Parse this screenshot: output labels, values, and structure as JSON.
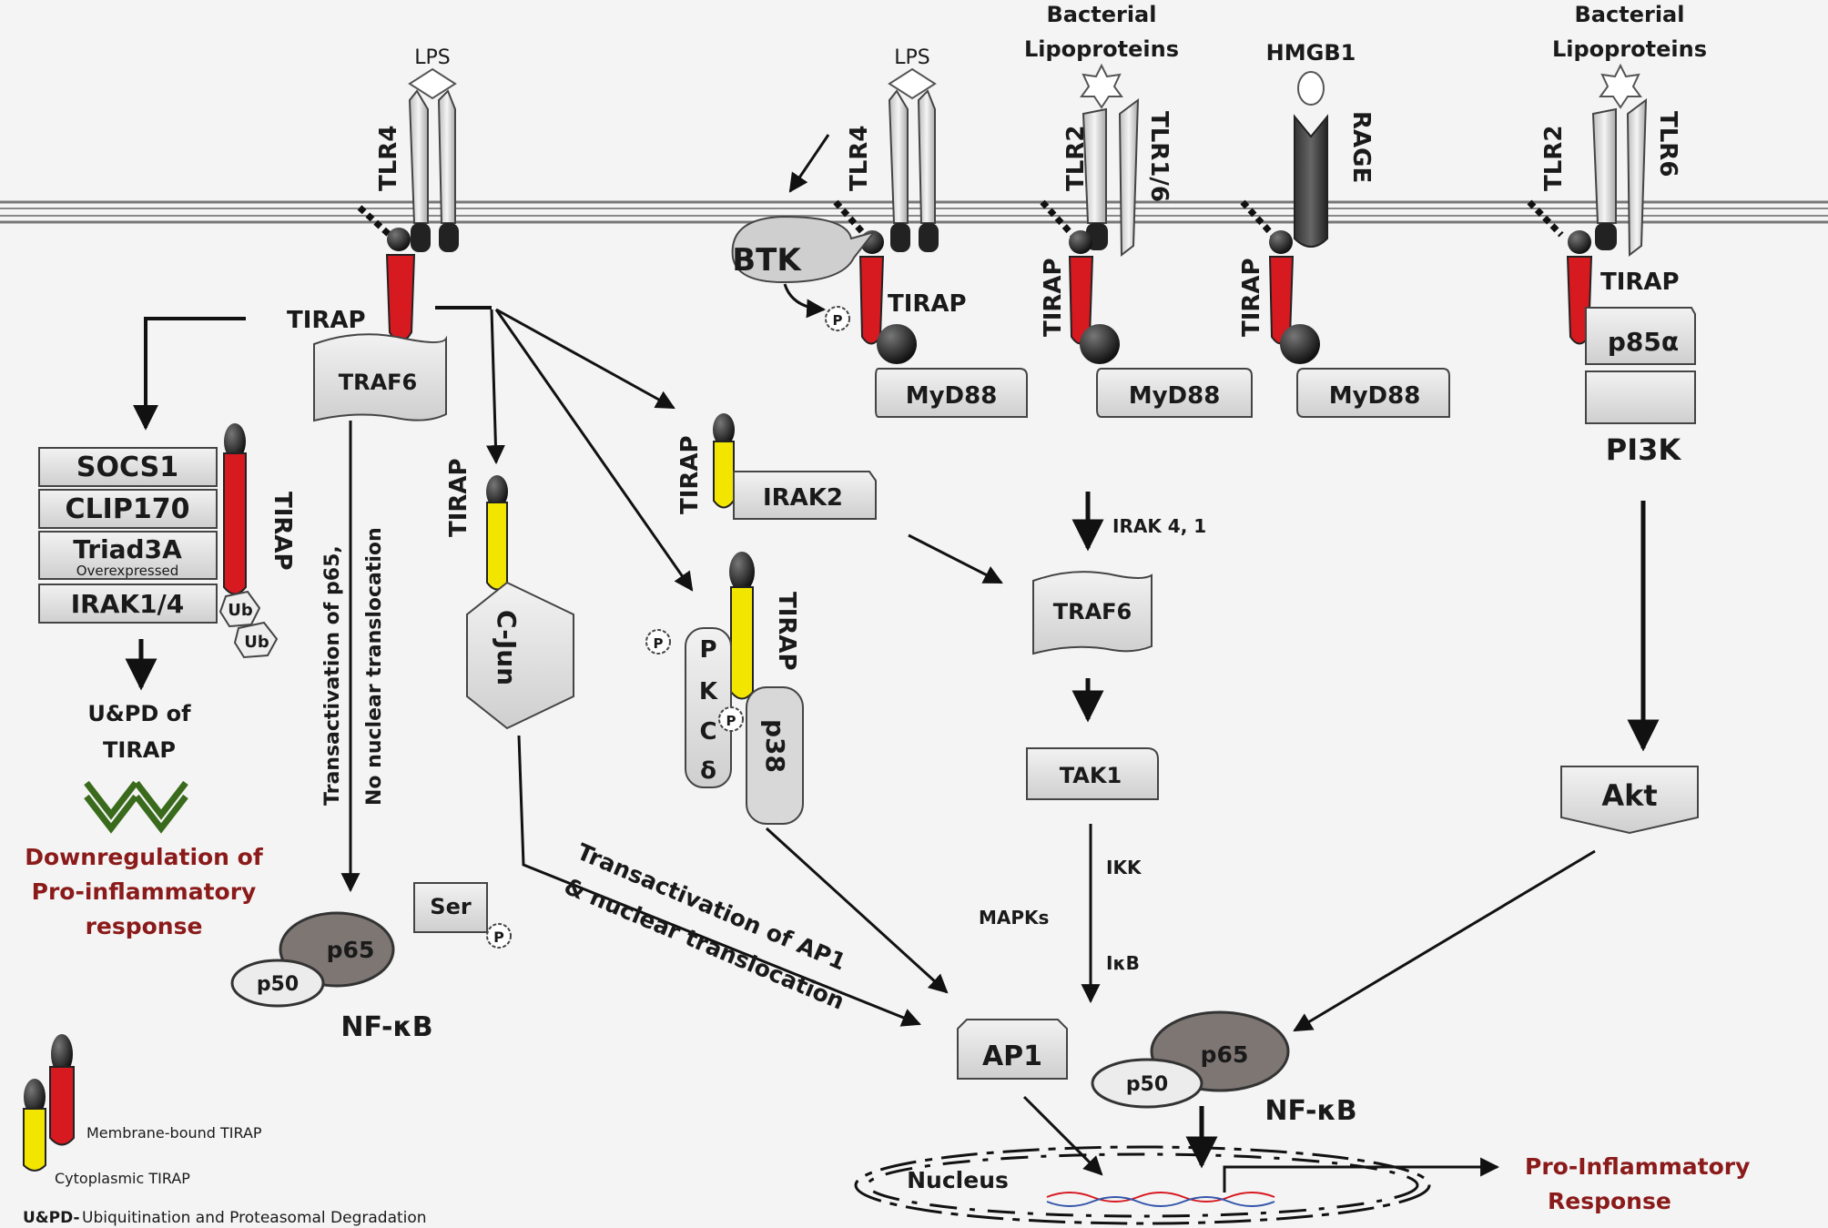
{
  "labels": {
    "lps_a": "LPS",
    "lps_b": "LPS",
    "bact_a1": "Bacterial",
    "bact_a2": "Lipoproteins",
    "bact_b1": "Bacterial",
    "bact_b2": "Lipoproteins",
    "hmgb1": "HMGB1",
    "tlr4_a": "TLR4",
    "tlr4_b": "TLR4",
    "tlr2_a": "TLR2",
    "tlr16": "TLR1/6",
    "rage": "RAGE",
    "tlr2_b": "TLR2",
    "tlr6": "TLR6",
    "tirap_1": "TIRAP",
    "tirap_2": "TIRAP",
    "tirap_3": "TIRAP",
    "tirap_4": "TIRAP",
    "tirap_5": "TIRAP",
    "tirap_6": "TIRAP",
    "tirap_7": "TIRAP",
    "tirap_8": "TIRAP",
    "tirap_9": "TIRAP",
    "traf6_a": "TRAF6",
    "traf6_b": "TRAF6",
    "btk": "BTK",
    "p": "P",
    "myd88_a": "MyD88",
    "myd88_b": "MyD88",
    "myd88_c": "MyD88",
    "p85a": "p85α",
    "pi3k": "PI3K",
    "socs1": "SOCS1",
    "clip170": "CLIP170",
    "triad3a": "Triad3A",
    "overexpressed": "Overexpressed",
    "irak14": "IRAK1/4",
    "ub": "Ub",
    "upd_1": "U&PD of",
    "upd_2": "TIRAP",
    "down_1": "Downregulation of",
    "down_2": "Pro-inflammatory",
    "down_3": "response",
    "transact_p65_1": "Transactivation of p65,",
    "transact_p65_2": "No nuclear translocation",
    "cjun": "C-Jun",
    "irak2": "IRAK2",
    "pkc_p": "P",
    "pkc_k": "K",
    "pkc_c": "C",
    "pkc_d": "δ",
    "p38": "p38",
    "irak41": "IRAK 4, 1",
    "tak1": "TAK1",
    "ikk": "IKK",
    "mapks": "MAPKs",
    "ikb": "IκB",
    "akt": "Akt",
    "ser": "Ser",
    "p65": "p65",
    "p50": "p50",
    "nfkb": "NF-κB",
    "ap1_1": "Transactivation of AP1",
    "ap1_2": "& nuclear translocation",
    "ap1": "AP1",
    "nucleus": "Nucleus",
    "pro_1": "Pro-Inflammatory",
    "pro_2": "Response",
    "legend_membrane": "Membrane-bound TIRAP",
    "legend_cyto": "Cytoplasmic TIRAP",
    "legend_upd_key": "U&PD-",
    "legend_upd_text": "Ubiquitination and Proteasomal Degradation"
  },
  "colors": {
    "red_tirap": "#d71920",
    "yellow_tirap": "#f2e600",
    "dark_red_text": "#8b1a1a"
  }
}
